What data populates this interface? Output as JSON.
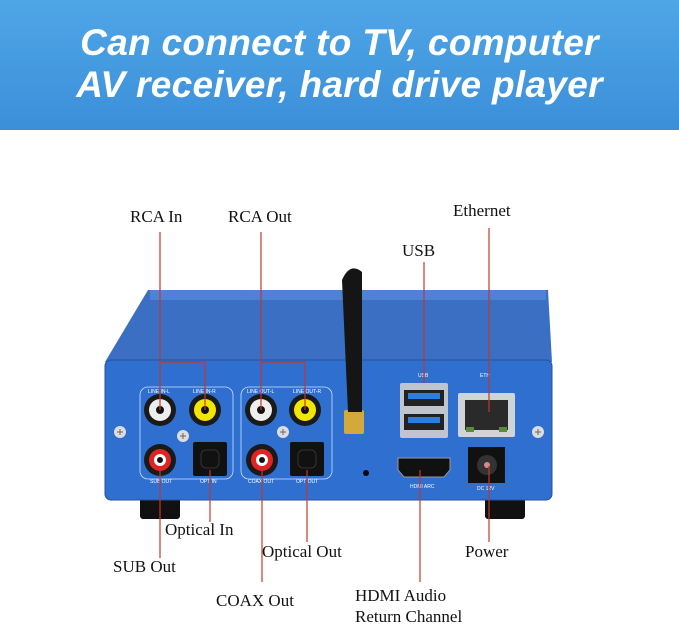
{
  "banner": {
    "line1": "Can connect to TV, computer",
    "line2": "AV receiver, hard drive player",
    "color": "#3b8fd9"
  },
  "callouts": {
    "rca_in": "RCA In",
    "rca_out": "RCA Out",
    "usb": "USB",
    "ethernet": "Ethernet",
    "optical_in": "Optical In",
    "sub_out": "SUB Out",
    "optical_out": "Optical Out",
    "coax_out": "COAX Out",
    "hdmi_line1": "HDMI Audio",
    "hdmi_line2": "Return Channel",
    "power": "Power"
  },
  "panel_labels": {
    "line_in_l": "LINE IN-L",
    "line_in_r": "LINE IN-R",
    "sub_out": "SUB OUT",
    "opt_in": "OPT IN",
    "line_out_l": "LINE OUT-L",
    "line_out_r": "LINE OUT-R",
    "coax_out": "COAX OUT",
    "opt_out": "OPT OUT",
    "usb": "USB",
    "eth": "ETH",
    "hdmi_arc": "HDMI ARC",
    "dc": "DC 12V"
  },
  "colors": {
    "device": "#2f6fd0",
    "leader": "#c0392b"
  }
}
